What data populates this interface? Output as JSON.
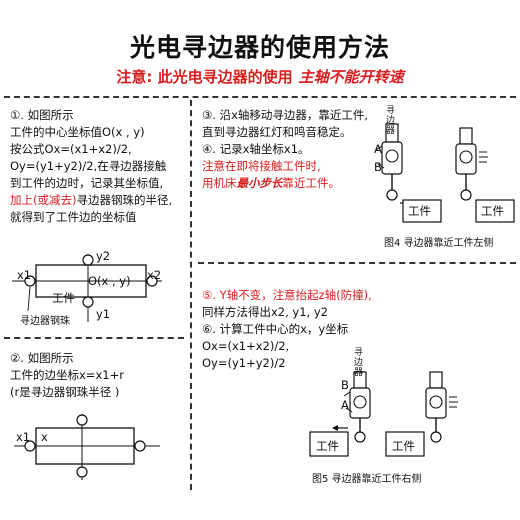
{
  "title": "光电寻边器的使用方法",
  "warning": {
    "prefix": "注意: 此光电寻边器的使用",
    "emph": "主轴不能开转速"
  },
  "sec1": {
    "l1": "①. 如图所示",
    "l2": "工件的中心坐标值O(x , y)",
    "l3": "按公式Ox=(x1+x2)/2,",
    "l4": "Oy=(y1+y2)/2,在寻边器接触",
    "l5": "到工件的边时，记录其坐标值,",
    "l6_red": "加上(或减去)",
    "l6_rest": "寻边器钢珠的半径,",
    "l7": "就得到了工件边的坐标值",
    "fig": {
      "y2": "y2",
      "x1": "x1",
      "x2": "x2",
      "center": "O(x , y)",
      "workpiece": "工件",
      "y1": "y1",
      "ball": "寻边器钢珠"
    }
  },
  "sec2": {
    "l1": "②. 如图所示",
    "l2": "工件的边坐标x=x1+r",
    "l3": "(r是寻边器钢珠半径 )",
    "fig": {
      "x1": "x1",
      "x": "x"
    }
  },
  "sec3": {
    "l1": "③. 沿x轴移动寻边器，靠近工件,",
    "l2": "直到寻边器红灯和鸣音稳定。",
    "l3": "④. 记录x轴坐标x1。",
    "l4": "注意在即将接触工件时,",
    "l5_a": "用机床",
    "l5_b": "最小步长",
    "l5_c": "靠近工件。",
    "fig": {
      "tool": "寻边器",
      "A": "A",
      "B": "B",
      "w1": "工件",
      "w2": "工件",
      "caption": "图4 寻边器靠近工件左侧"
    }
  },
  "sec4": {
    "l1": "⑤. Y轴不变，注意抬起z轴(防撞),",
    "l2": "同样方法得出x2, y1, y2",
    "l3": "⑥. 计算工件中心的x，y坐标",
    "l4": "Ox=(x1+x2)/2,",
    "l5": "Oy=(y1+y2)/2",
    "fig": {
      "tool": "寻边器",
      "A": "A",
      "B": "B",
      "w1": "工件",
      "w2": "工件",
      "caption": "图5 寻边器靠近工件右侧"
    }
  }
}
